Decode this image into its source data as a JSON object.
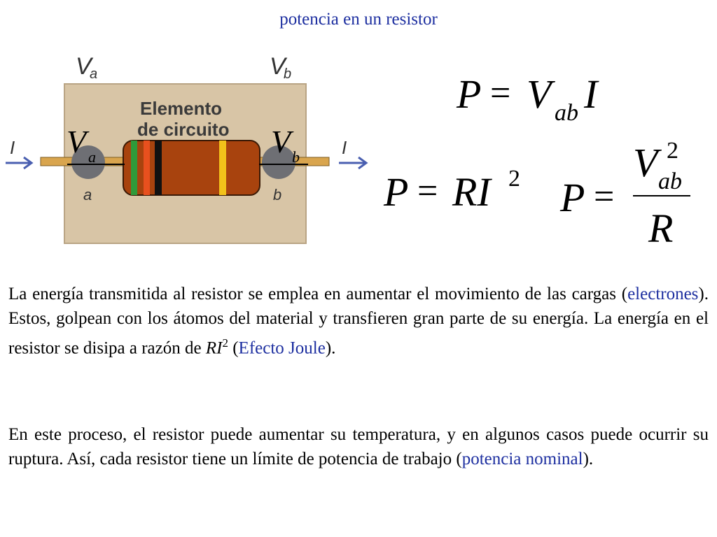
{
  "title": "potencia en un resistor",
  "figure": {
    "label_va_top": "V",
    "label_va_sub": "a",
    "label_vb_top": "V",
    "label_vb_sub": "b",
    "box_line1": "Elemento",
    "box_line2": "de circuito",
    "current_left": "I",
    "current_right": "I",
    "node_a": "a",
    "node_b": "b",
    "overlay_va": "V",
    "overlay_va_sub": "a",
    "overlay_vb": "V",
    "overlay_vb_sub": "b",
    "band_colors": [
      "#2e9a3a",
      "#e8501e",
      "#111111",
      "#f2c21a"
    ],
    "resistor_color": "#a8430e",
    "box_color": "#d8c5a6"
  },
  "formulas": {
    "f1": {
      "lhs": "P",
      "eq": "=",
      "v": "V",
      "sub": "ab",
      "i": "I"
    },
    "f2": {
      "lhs": "P",
      "eq": "=",
      "rhs": "RI",
      "exp": "2"
    },
    "f3": {
      "lhs": "P",
      "eq": "=",
      "num_v": "V",
      "num_exp": "2",
      "num_sub": "ab",
      "den": "R"
    }
  },
  "paragraph1": {
    "t1": "La energía transmitida al resistor se emplea en aumentar el movimiento de las cargas (",
    "link1": "electrones",
    "t2": "). Estos, golpean con los átomos del material y transfieren gran parte de su energía. La energía en el resistor se disipa a razón de ",
    "ri": "RI",
    "exp": "2",
    "t3": " (",
    "link2": "Efecto Joule",
    "t4": ")."
  },
  "paragraph2": {
    "t1": "En este proceso, el resistor puede aumentar su temperatura, y en algunos casos puede ocurrir su ruptura. Así, cada resistor tiene un límite de potencia de trabajo (",
    "link1": "potencia nominal",
    "t2": ")."
  }
}
